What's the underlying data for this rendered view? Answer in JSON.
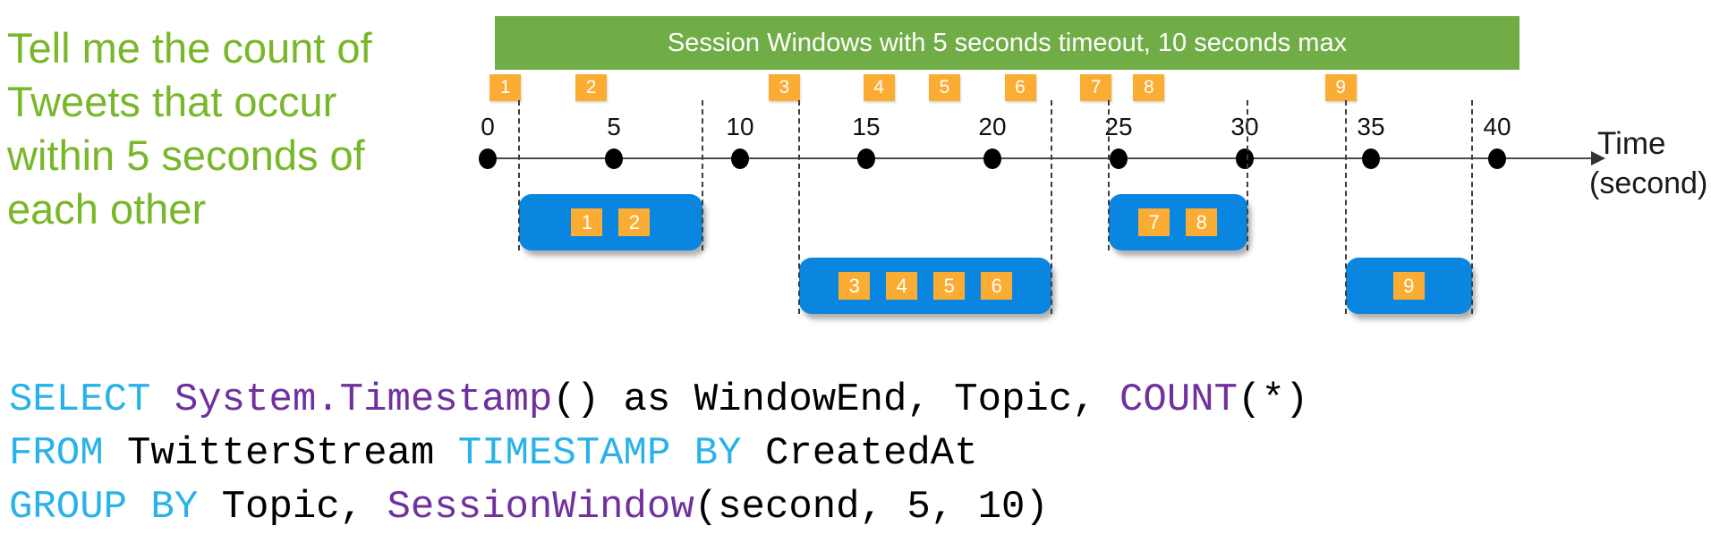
{
  "query_text": {
    "lines": [
      "Tell me the count of",
      "Tweets that occur",
      "within 5 seconds of",
      "each other"
    ],
    "color": "#79B72A"
  },
  "banner": {
    "label": "Session Windows with 5 seconds timeout, 10 seconds max",
    "bg": "#70AD47",
    "text_color": "#FFFFFF"
  },
  "timeline": {
    "axis_label_line1": "Time",
    "axis_label_line2": "(second)",
    "tick_labels": [
      "0",
      "5",
      "10",
      "15",
      "20",
      "25",
      "30",
      "35",
      "40"
    ],
    "tick_seconds": [
      0,
      5,
      10,
      15,
      20,
      25,
      30,
      35,
      40
    ],
    "events": [
      {
        "id": "1",
        "second": 0.7
      },
      {
        "id": "2",
        "second": 4.1
      },
      {
        "id": "3",
        "second": 11.75
      },
      {
        "id": "4",
        "second": 15.5
      },
      {
        "id": "5",
        "second": 18.1
      },
      {
        "id": "6",
        "second": 21.1
      },
      {
        "id": "7",
        "second": 24.1
      },
      {
        "id": "8",
        "second": 26.2
      },
      {
        "id": "9",
        "second": 33.8
      }
    ],
    "colors": {
      "event": "#FBAC33",
      "session": "#0B86E0",
      "dot": "#000000",
      "dashed": "#3D3D3D",
      "axis": "#4A4A4A"
    }
  },
  "sessions": [
    {
      "events": [
        "1",
        "2"
      ],
      "start_second": 1.25,
      "end_second": 8.5,
      "row": 1
    },
    {
      "events": [
        "3",
        "4",
        "5",
        "6"
      ],
      "start_second": 12.35,
      "end_second": 22.35,
      "row": 2
    },
    {
      "events": [
        "7",
        "8"
      ],
      "start_second": 24.6,
      "end_second": 30.1,
      "row": 1
    },
    {
      "events": [
        "9"
      ],
      "start_second": 34.0,
      "end_second": 39.0,
      "row": 2
    }
  ],
  "code": {
    "lines": [
      [
        {
          "text": "SELECT",
          "type": "keyword"
        },
        {
          "text": " ",
          "type": "plain"
        },
        {
          "text": "System.Timestamp",
          "type": "function"
        },
        {
          "text": "() as WindowEnd, Topic, ",
          "type": "plain"
        },
        {
          "text": "COUNT",
          "type": "function"
        },
        {
          "text": "(*)",
          "type": "plain"
        }
      ],
      [
        {
          "text": "FROM",
          "type": "keyword"
        },
        {
          "text": " TwitterStream ",
          "type": "plain"
        },
        {
          "text": "TIMESTAMP BY",
          "type": "keyword"
        },
        {
          "text": " CreatedAt",
          "type": "plain"
        }
      ],
      [
        {
          "text": "GROUP BY",
          "type": "keyword"
        },
        {
          "text": " Topic, ",
          "type": "plain"
        },
        {
          "text": "SessionWindow",
          "type": "function"
        },
        {
          "text": "(second, 5, 10)",
          "type": "plain"
        }
      ]
    ],
    "colors": {
      "keyword": "#29B2EA",
      "function": "#7030A0",
      "plain": "#000000"
    }
  }
}
